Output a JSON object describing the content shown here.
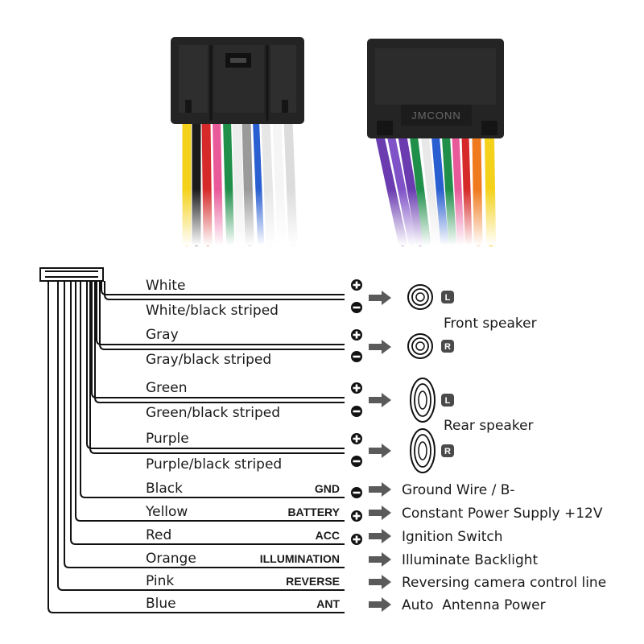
{
  "connector": {
    "brand": "JMCONN"
  },
  "speaker_groups": [
    {
      "label": "Front speaker",
      "speakers": [
        {
          "side": "L"
        },
        {
          "side": "R"
        }
      ]
    },
    {
      "label": "Rear speaker",
      "speakers": [
        {
          "side": "L"
        },
        {
          "side": "R"
        }
      ]
    }
  ],
  "speaker_wires": [
    {
      "label": "White",
      "polarity": "+"
    },
    {
      "label": "White/black striped",
      "polarity": "-"
    },
    {
      "label": "Gray",
      "polarity": "+"
    },
    {
      "label": "Gray/black striped",
      "polarity": "-"
    },
    {
      "label": "Green",
      "polarity": "+"
    },
    {
      "label": "Green/black striped",
      "polarity": "-"
    },
    {
      "label": "Purple",
      "polarity": "+"
    },
    {
      "label": "Purple/black striped",
      "polarity": "-"
    }
  ],
  "function_wires": [
    {
      "label": "Black",
      "code": "GND",
      "polarity": "-",
      "description": "Ground Wire / B-"
    },
    {
      "label": "Yellow",
      "code": "BATTERY",
      "polarity": "+",
      "description": "Constant Power Supply +12V"
    },
    {
      "label": "Red",
      "code": "ACC",
      "polarity": "+",
      "description": "Ignition Switch"
    },
    {
      "label": "Orange",
      "code": "ILLUMINATION",
      "polarity": "",
      "description": "Illuminate Backlight"
    },
    {
      "label": "Pink",
      "code": "REVERSE",
      "polarity": "",
      "description": "Reversing camera control line"
    },
    {
      "label": "Blue",
      "code": "ANT",
      "polarity": "",
      "description": "Auto  Antenna Power"
    }
  ],
  "colors": {
    "white": "#f2f2f2",
    "gray": "#9a9a9a",
    "green": "#1f8f4a",
    "purple": "#6a3cb0",
    "black": "#1b1b1b",
    "yellow": "#f4d21c",
    "red": "#d62a2a",
    "orange": "#f07a1e",
    "pink": "#e85a9a",
    "blue": "#2a5fd1",
    "housing": "#242424"
  }
}
